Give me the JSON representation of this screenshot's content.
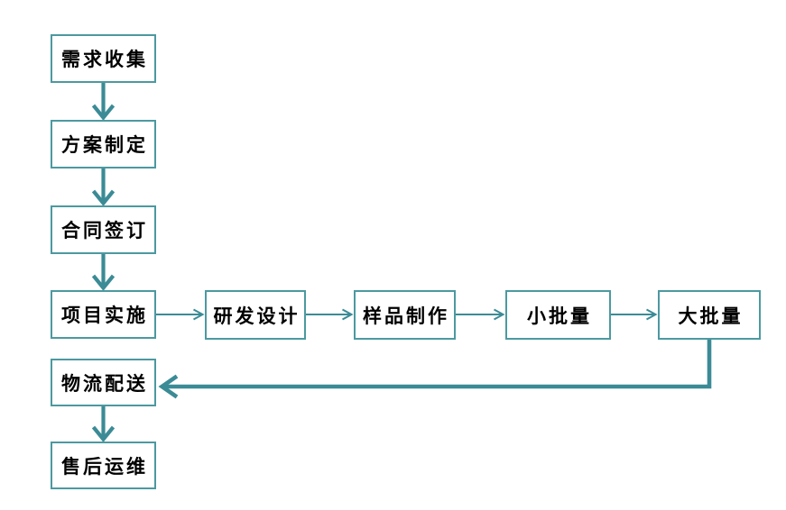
{
  "diagram": {
    "type": "flowchart",
    "background": "#FFFFFF",
    "colors": {
      "box_border": "#4C99A0",
      "arrow": "#3B8B96",
      "text": "#000000"
    },
    "nodes": [
      {
        "id": "requirement-collection",
        "label": "需求收集"
      },
      {
        "id": "plan-formulation",
        "label": "方案制定"
      },
      {
        "id": "contract-signing",
        "label": "合同签订"
      },
      {
        "id": "project-implementation",
        "label": "项目实施"
      },
      {
        "id": "rd-design",
        "label": "研发设计"
      },
      {
        "id": "sample-production",
        "label": "样品制作"
      },
      {
        "id": "small-batch",
        "label": "小批量"
      },
      {
        "id": "large-batch",
        "label": "大批量"
      },
      {
        "id": "logistics-delivery",
        "label": "物流配送"
      },
      {
        "id": "aftersales-maintenance",
        "label": "售后运维"
      }
    ],
    "edges": [
      {
        "from": "需求收集",
        "to": "方案制定"
      },
      {
        "from": "方案制定",
        "to": "合同签订"
      },
      {
        "from": "合同签订",
        "to": "项目实施"
      },
      {
        "from": "项目实施",
        "to": "研发设计"
      },
      {
        "from": "研发设计",
        "to": "样品制作"
      },
      {
        "from": "样品制作",
        "to": "小批量"
      },
      {
        "from": "小批量",
        "to": "大批量"
      },
      {
        "from": "大批量",
        "to": "物流配送"
      },
      {
        "from": "物流配送",
        "to": "售后运维"
      }
    ]
  }
}
